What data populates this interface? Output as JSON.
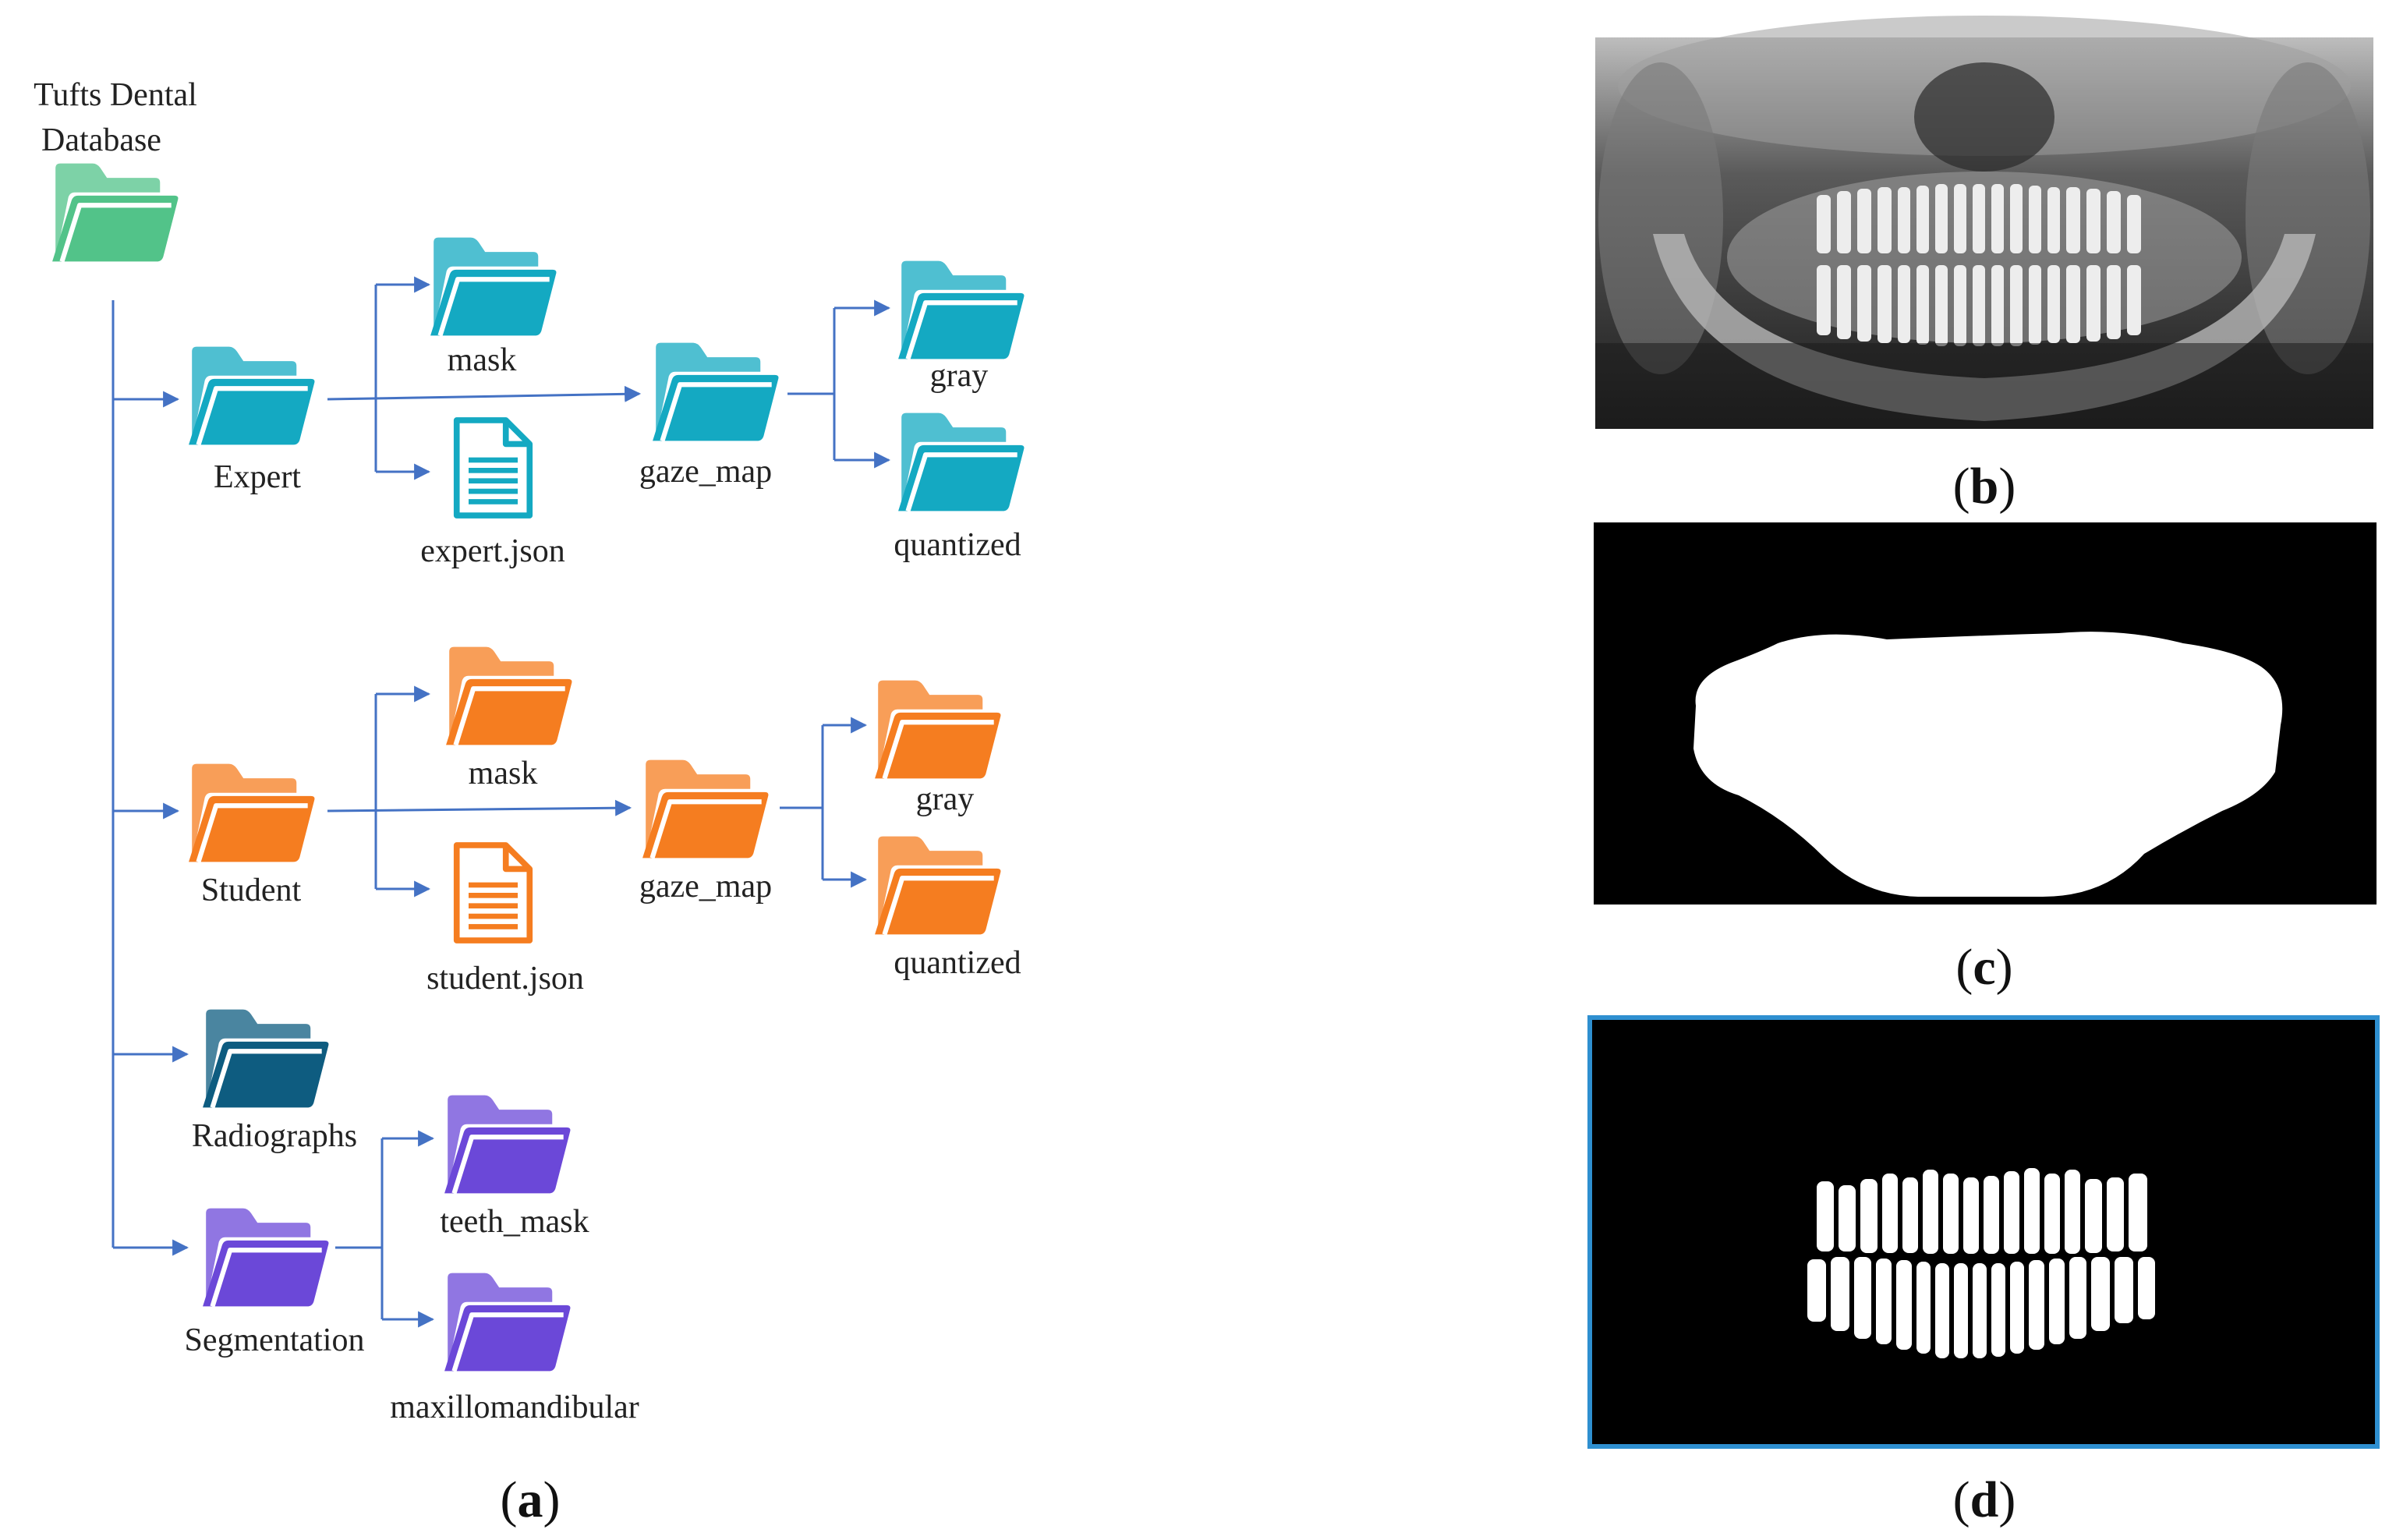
{
  "colors": {
    "root": "#52C389",
    "expert": "#14A9C2",
    "student": "#F57D20",
    "radiographs": "#0E5C80",
    "segmentation": "#6B48D8",
    "connector": "#4472C4",
    "panel_d_border": "#2E8FD0"
  },
  "icons": {
    "folder": "folder-icon",
    "file": "document-icon"
  },
  "tree": {
    "root": {
      "label_line1": "Tufts Dental",
      "label_line2": "Database"
    },
    "expert": {
      "label": "Expert",
      "mask": "mask",
      "json": "expert.json",
      "gaze_map": "gaze_map",
      "gray": "gray",
      "quantized": "quantized"
    },
    "student": {
      "label": "Student",
      "mask": "mask",
      "json": "student.json",
      "gaze_map": "gaze_map",
      "gray": "gray",
      "quantized": "quantized"
    },
    "radiographs": {
      "label": "Radiographs"
    },
    "segmentation": {
      "label": "Segmentation",
      "teeth_mask": "teeth_mask",
      "maxillomandibular": "maxillomandibular"
    }
  },
  "panels": {
    "a": {
      "open": "(",
      "letter": "a",
      "close": ")"
    },
    "b": {
      "open": "(",
      "letter": "b",
      "close": ")"
    },
    "c": {
      "open": "(",
      "letter": "c",
      "close": ")"
    },
    "d": {
      "open": "(",
      "letter": "d",
      "close": ")"
    }
  }
}
